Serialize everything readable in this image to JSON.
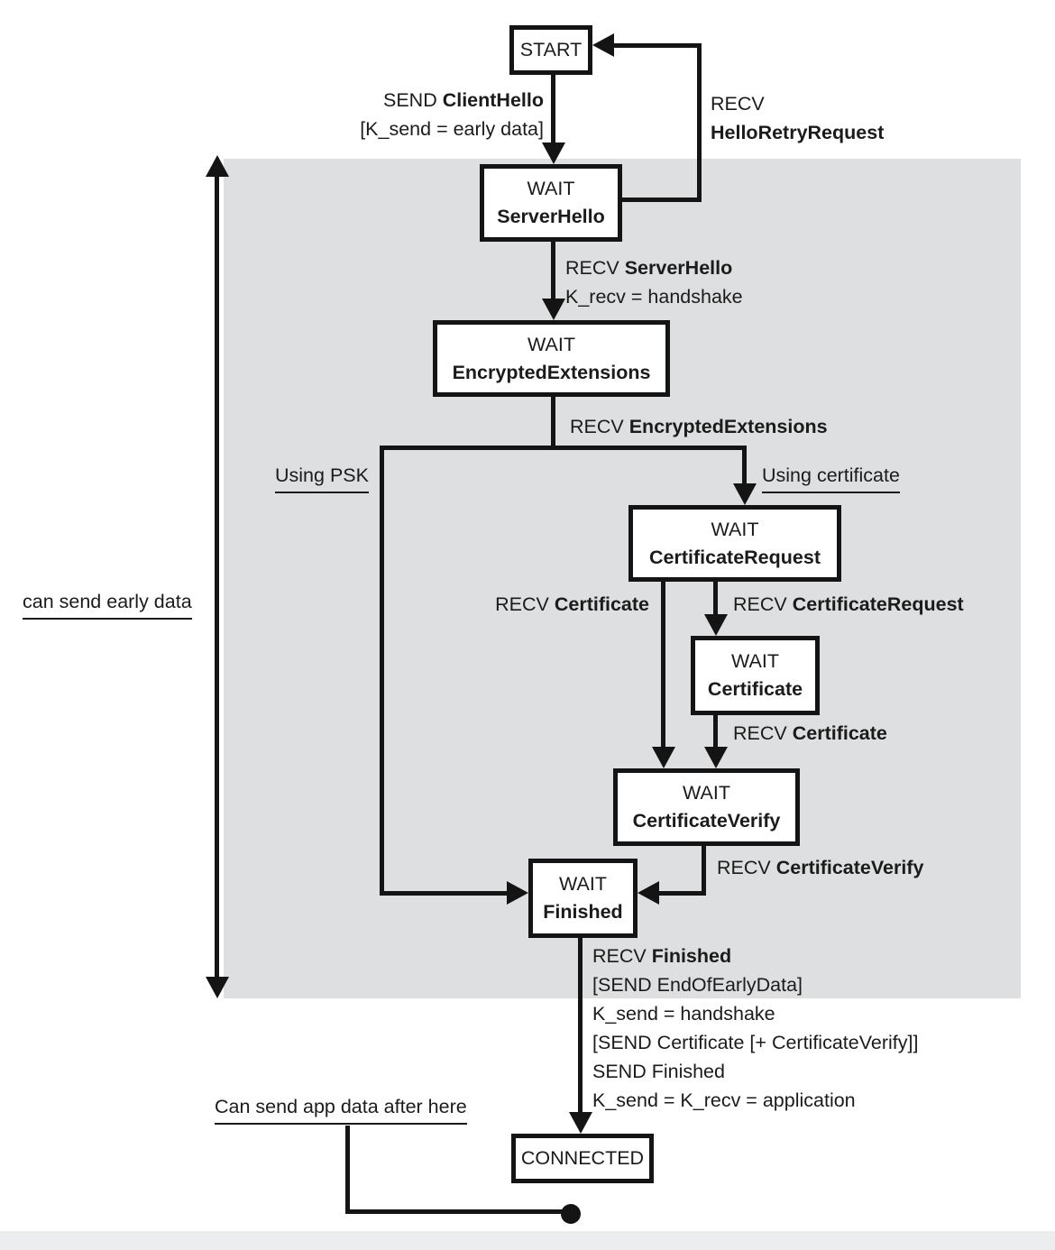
{
  "diagram": {
    "title_hint": "TLS client state machine",
    "colors": {
      "background": "#ffffff",
      "early_data_region": "#dedfe0",
      "footer_strip": "#ecedee",
      "line": "#141414",
      "text": "#1b1b1b"
    },
    "states": {
      "start": {
        "label": "START"
      },
      "wait_server_hello": {
        "prefix": "WAIT",
        "name": "ServerHello"
      },
      "wait_encrypted_extensions": {
        "prefix": "WAIT",
        "name": "EncryptedExtensions"
      },
      "wait_certificate_request": {
        "prefix": "WAIT",
        "name": "CertificateRequest"
      },
      "wait_certificate": {
        "prefix": "WAIT",
        "name": "Certificate"
      },
      "wait_certificate_verify": {
        "prefix": "WAIT",
        "name": "CertificateVerify"
      },
      "wait_finished": {
        "prefix": "WAIT",
        "name": "Finished"
      },
      "connected": {
        "label": "CONNECTED"
      }
    },
    "edge_labels": {
      "send_client_hello": {
        "action": "SEND ",
        "message": "ClientHello",
        "note": "[K_send = early data]"
      },
      "recv_hello_retry_request": {
        "action": "RECV",
        "message": "HelloRetryRequest"
      },
      "recv_server_hello": {
        "action": "RECV ",
        "message": "ServerHello",
        "note": "K_recv = handshake"
      },
      "recv_encrypted_extensions": {
        "action": "RECV ",
        "message": "EncryptedExtensions"
      },
      "using_psk": {
        "label": "Using PSK"
      },
      "using_certificate": {
        "label": "Using certificate"
      },
      "recv_certificate_direct": {
        "action": "RECV ",
        "message": "Certificate"
      },
      "recv_certificate_request": {
        "action": "RECV ",
        "message": "CertificateRequest"
      },
      "recv_certificate_after_request": {
        "action": "RECV ",
        "message": "Certificate"
      },
      "recv_certificate_verify": {
        "action": "RECV ",
        "message": "CertificateVerify"
      },
      "recv_finished": {
        "action": "RECV ",
        "message": "Finished",
        "notes": [
          "[SEND EndOfEarlyData]",
          "K_send = handshake",
          "[SEND Certificate [+ CertificateVerify]]",
          "SEND Finished",
          "K_send = K_recv = application"
        ]
      }
    },
    "annotations": {
      "early_data": "can send early data",
      "app_data": "Can send app data after here"
    }
  }
}
